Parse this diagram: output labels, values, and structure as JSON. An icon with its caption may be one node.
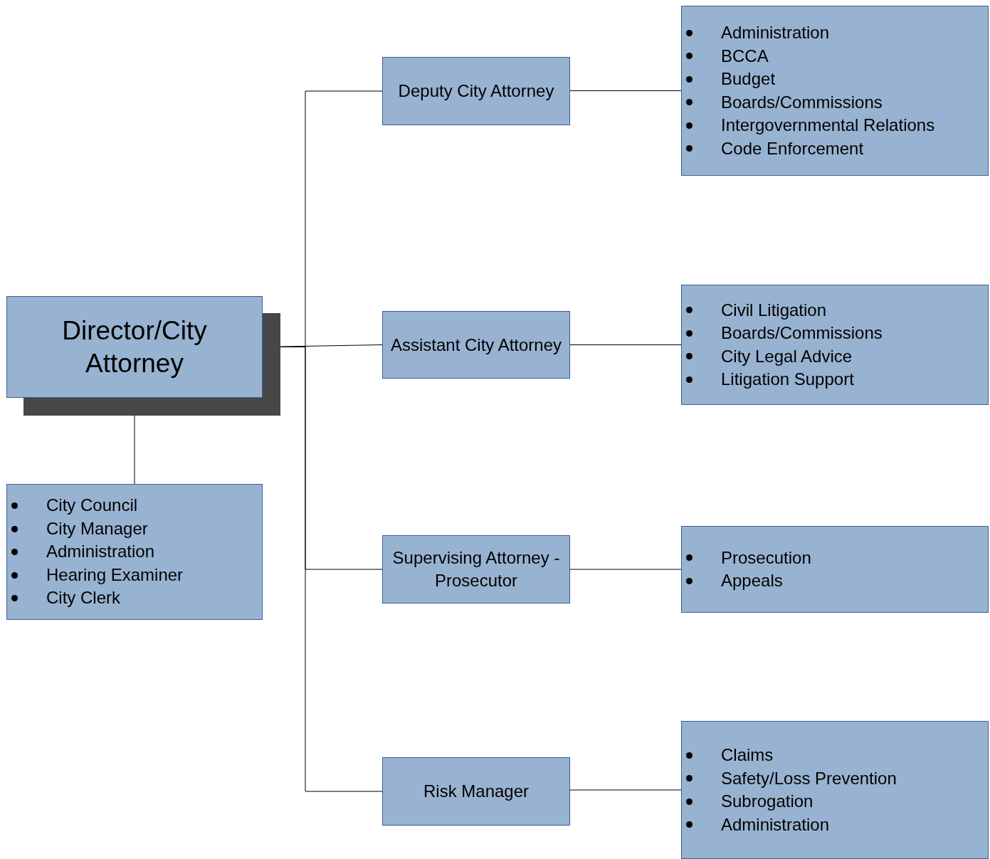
{
  "diagram": {
    "nodes": [
      {
        "text": [
          "Director/City Attorney"
        ]
      },
      {
        "text": [
          "City Council",
          "City Manager",
          "Administration",
          "Hearing Examiner",
          "City Clerk"
        ]
      },
      {
        "text": [
          "Deputy City Attorney"
        ]
      },
      {
        "text": [
          "Administration",
          "BCCA",
          "Budget",
          "Boards/Commissions",
          "Intergovernmental Relations",
          "Code Enforcement"
        ]
      },
      {
        "text": [
          "Assistant City Attorney"
        ]
      },
      {
        "text": [
          "Civil Litigation",
          "Boards/Commissions",
          "City Legal Advice",
          "Litigation Support"
        ]
      },
      {
        "text": [
          "Supervising Attorney - Prosecutor"
        ]
      },
      {
        "text": [
          "Prosecution",
          "Appeals"
        ]
      },
      {
        "text": [
          "Risk Manager"
        ]
      },
      {
        "text": [
          "Claims",
          "Safety/Loss Prevention",
          "Subrogation",
          "Administration"
        ]
      }
    ],
    "edges": [
      {
        "from": 0,
        "to": 1,
        "arrow": "none"
      },
      {
        "from": 0,
        "to": 2,
        "arrow": "none"
      },
      {
        "from": 0,
        "to": 4,
        "arrow": "none"
      },
      {
        "from": 0,
        "to": 6,
        "arrow": "none"
      },
      {
        "from": 0,
        "to": 8,
        "arrow": "none"
      },
      {
        "from": 2,
        "to": 3,
        "arrow": "none"
      },
      {
        "from": 4,
        "to": 5,
        "arrow": "none"
      },
      {
        "from": 6,
        "to": 7,
        "arrow": "none"
      },
      {
        "from": 8,
        "to": 9,
        "arrow": "none"
      }
    ]
  }
}
